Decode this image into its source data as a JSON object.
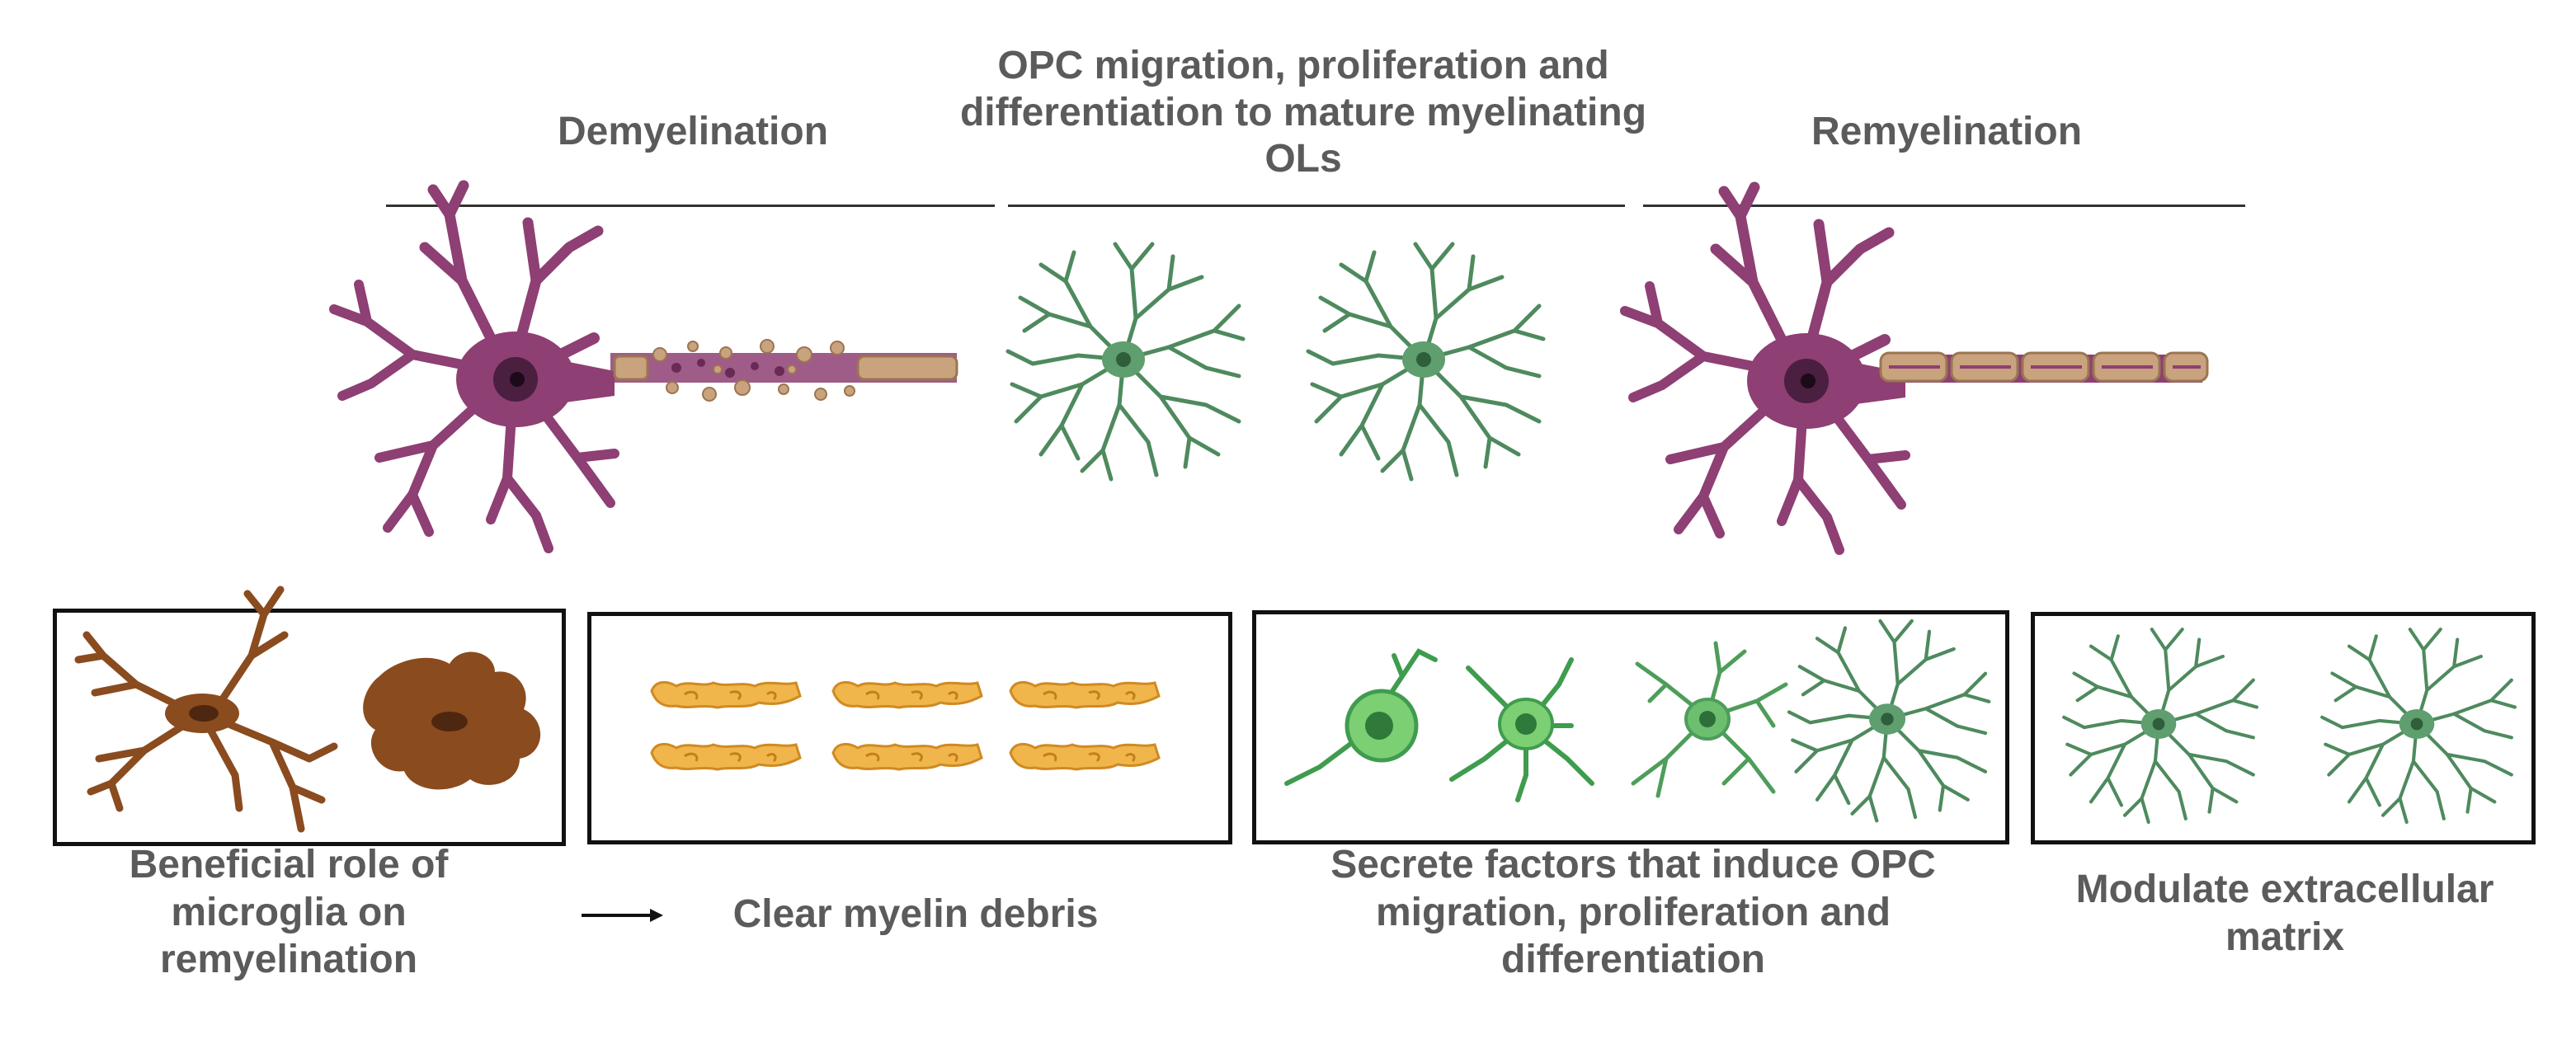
{
  "headings": {
    "demyelination": "Demyelination",
    "opc": "OPC migration, proliferation and differentiation to mature myelinating OLs",
    "remyelination": "Remyelination"
  },
  "labels": {
    "beneficial_role": "Beneficial role of microglia on remyelination",
    "clear_debris": "Clear myelin debris",
    "secrete_factors": "Secrete factors that induce OPC migration, proliferation and differentiation",
    "modulate_ecm": "Modulate extracellular matrix"
  },
  "colors": {
    "text": "#5b5b5b",
    "neuron": "#8e3f73",
    "oligodendrocyte": "#4e8a5e",
    "microglia": "#8a4b1f",
    "myelin_debris": "#f0b64c",
    "myelin_sheath": "#c9a27e"
  }
}
